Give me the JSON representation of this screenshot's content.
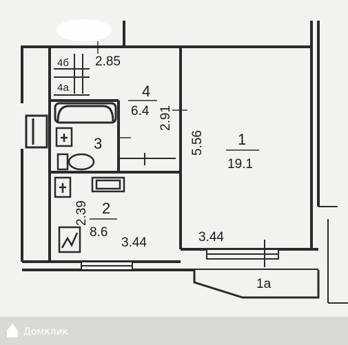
{
  "plan": {
    "rooms": [
      {
        "id": "1",
        "area": "19.1"
      },
      {
        "id": "2",
        "area": "8.6"
      },
      {
        "id": "3"
      },
      {
        "id": "4",
        "area": "6.4"
      },
      {
        "id": "1a"
      },
      {
        "id": "4a"
      },
      {
        "id": "4б"
      }
    ],
    "dimensions": [
      "2.85",
      "2.91",
      "5.56",
      "2.39",
      "3.44",
      "3.44"
    ]
  },
  "watermark": {
    "text": "Домклик"
  }
}
